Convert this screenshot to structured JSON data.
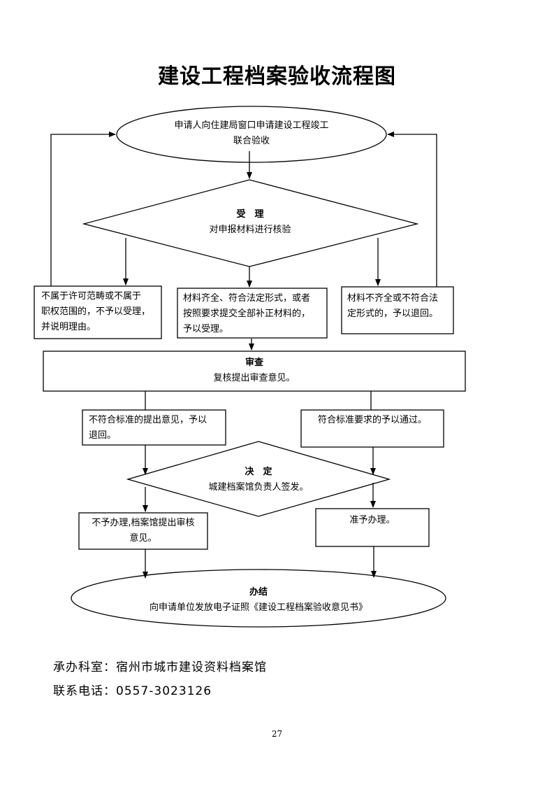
{
  "title": "建设工程档案验收流程图",
  "flow": {
    "start": {
      "line1": "申请人向住建局窗口申请建设工程竣工",
      "line2": "联合验收"
    },
    "accept": {
      "heading": "受　理",
      "text": "对申报材料进行核验"
    },
    "left_box": {
      "line1": "不属于许可范畴或不属于",
      "line2": "职权范围的，不予以受理，",
      "line3": "并说明理由。"
    },
    "mid_box": {
      "line1": "材料齐全、符合法定形式，或者",
      "line2": "按照要求提交全部补正材料的，",
      "line3": "予以受理。"
    },
    "right_box": {
      "line1": "材料不齐全或不符合法",
      "line2": "定形式的，予以退回。"
    },
    "review": {
      "heading": "审查",
      "text": "复核提出审查意见。"
    },
    "review_fail": {
      "line1": "不符合标准的提出意见，予以",
      "line2": "退回。"
    },
    "review_pass": {
      "line1": "符合标准要求的予以通过。"
    },
    "decide": {
      "heading": "决　定",
      "text": "城建档案馆负责人签发。"
    },
    "deny": {
      "line1": "不予办理,档案馆提出审核",
      "line2": "意见。"
    },
    "approve": {
      "line1": "准予办理。"
    },
    "finish": {
      "heading": "办结",
      "text": "向申请单位发放电子证照《建设工程档案验收意见书》"
    }
  },
  "footer": {
    "office": "承办科室：宿州市城市建设资料档案馆",
    "phone": "联系电话：0557-3023126"
  },
  "page_number": "27"
}
